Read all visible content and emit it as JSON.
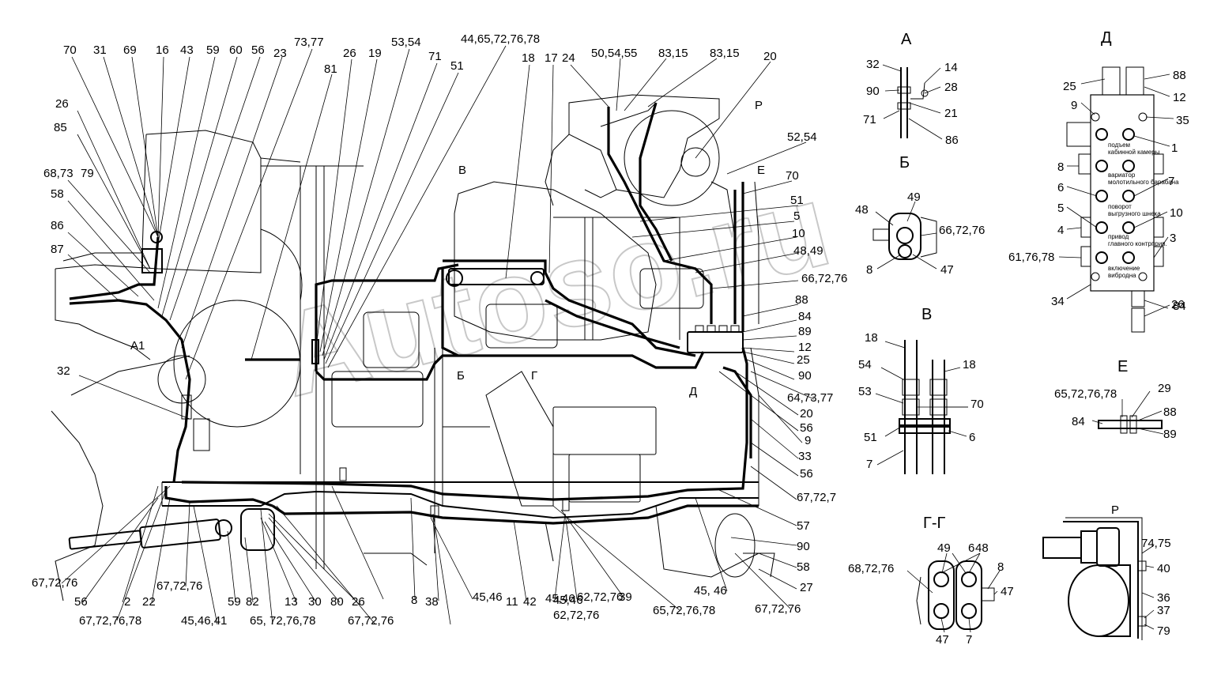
{
  "main_callouts": [
    "70",
    "31",
    "69",
    "16",
    "43",
    "59",
    "60",
    "56",
    "23",
    "73,77",
    "26",
    "19",
    "53,54",
    "71",
    "51",
    "44,65,72,76,78",
    "18",
    "17",
    "24",
    "50,54,55",
    "83,15",
    "83,15",
    "20",
    "81",
    "26",
    "85",
    "68,73",
    "79",
    "58",
    "86",
    "87",
    "А1",
    "32",
    "Р",
    "52,54",
    "Е",
    "70",
    "В",
    "51",
    "5",
    "10",
    "48,49",
    "66,72,76",
    "88",
    "84",
    "89",
    "12",
    "25",
    "90",
    "Б",
    "Г",
    "Д",
    "64,73,77",
    "20",
    "56",
    "9",
    "33",
    "56",
    "67,72,7",
    "57",
    "90",
    "58",
    "27",
    "67,72,76",
    "45, 46",
    "65,72,76,78",
    "62,72,76",
    "39",
    "45,46",
    "11",
    "42",
    "45,46",
    "62,72,76",
    "38",
    "8",
    "45,46",
    "67,72,76",
    "26",
    "80",
    "30",
    "65, 72,76,78",
    "13",
    "82",
    "59",
    "45,46,41",
    "67,72,76",
    "22",
    "2",
    "56",
    "67,72,76,78",
    "67,72,76"
  ],
  "views": {
    "A": {
      "title": "А",
      "labels": [
        "32",
        "14",
        "90",
        "28",
        "21",
        "71",
        "86"
      ]
    },
    "B": {
      "title": "Б",
      "labels": [
        "48",
        "49",
        "66,72,76",
        "8",
        "47"
      ]
    },
    "V": {
      "title": "В",
      "labels": [
        "18",
        "54",
        "18",
        "53",
        "70",
        "51",
        "6",
        "7"
      ]
    },
    "G": {
      "title": "Г-Г",
      "labels": [
        "49",
        "6",
        "48",
        "68,72,76",
        "8",
        "47",
        "47",
        "7"
      ]
    },
    "D": {
      "title": "Д",
      "labels": [
        "88",
        "25",
        "12",
        "9",
        "35",
        "1",
        "8",
        "7",
        "6",
        "10",
        "5",
        "4",
        "3",
        "61,76,78",
        "26",
        "34",
        "84"
      ],
      "valve_texts": [
        "подъем\nкабинной камеры",
        "вариатор\nмолотильного барабана",
        "поворот\nвыгрузного шнека",
        "привод\nглавного контрприв.",
        "включение\nвибродна"
      ]
    },
    "E": {
      "title": "Е",
      "labels": [
        "65,72,76,78",
        "29",
        "88",
        "84",
        "89"
      ]
    },
    "R": {
      "title": "Р",
      "labels": [
        "74,75",
        "40",
        "36",
        "37",
        "79"
      ]
    }
  },
  "watermark": "Autoso.ru"
}
